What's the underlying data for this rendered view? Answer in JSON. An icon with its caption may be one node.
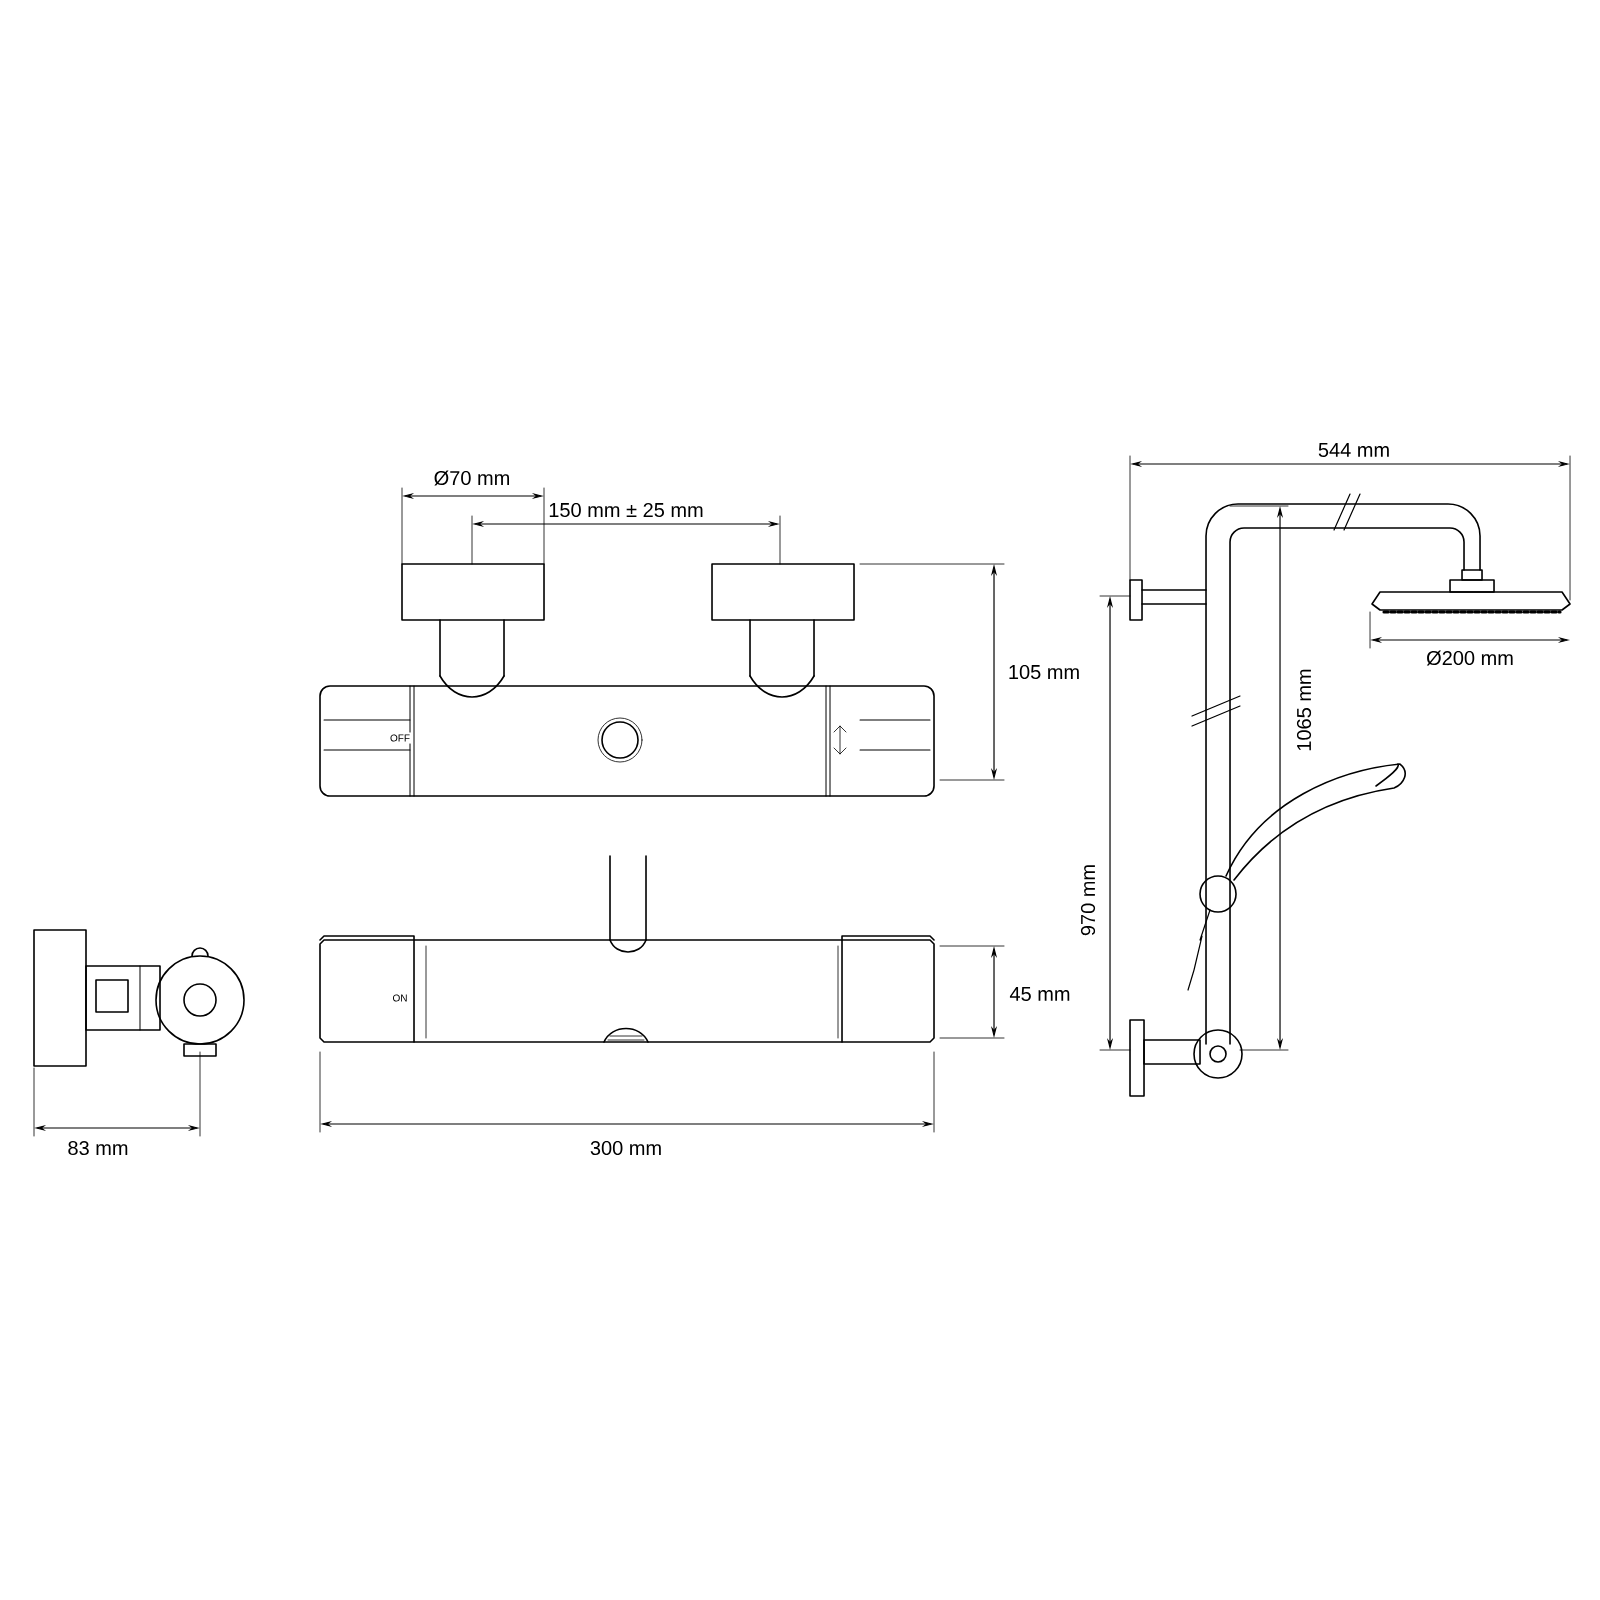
{
  "diagram": {
    "labels": [
      "544 mm",
      "Ø70 mm",
      "150 mm ± 25 mm",
      "Ø200 mm",
      "105 mm",
      "OFF",
      "1065 mm",
      "970 mm",
      "45 mm",
      "ON",
      "83 mm",
      "300 mm"
    ]
  }
}
